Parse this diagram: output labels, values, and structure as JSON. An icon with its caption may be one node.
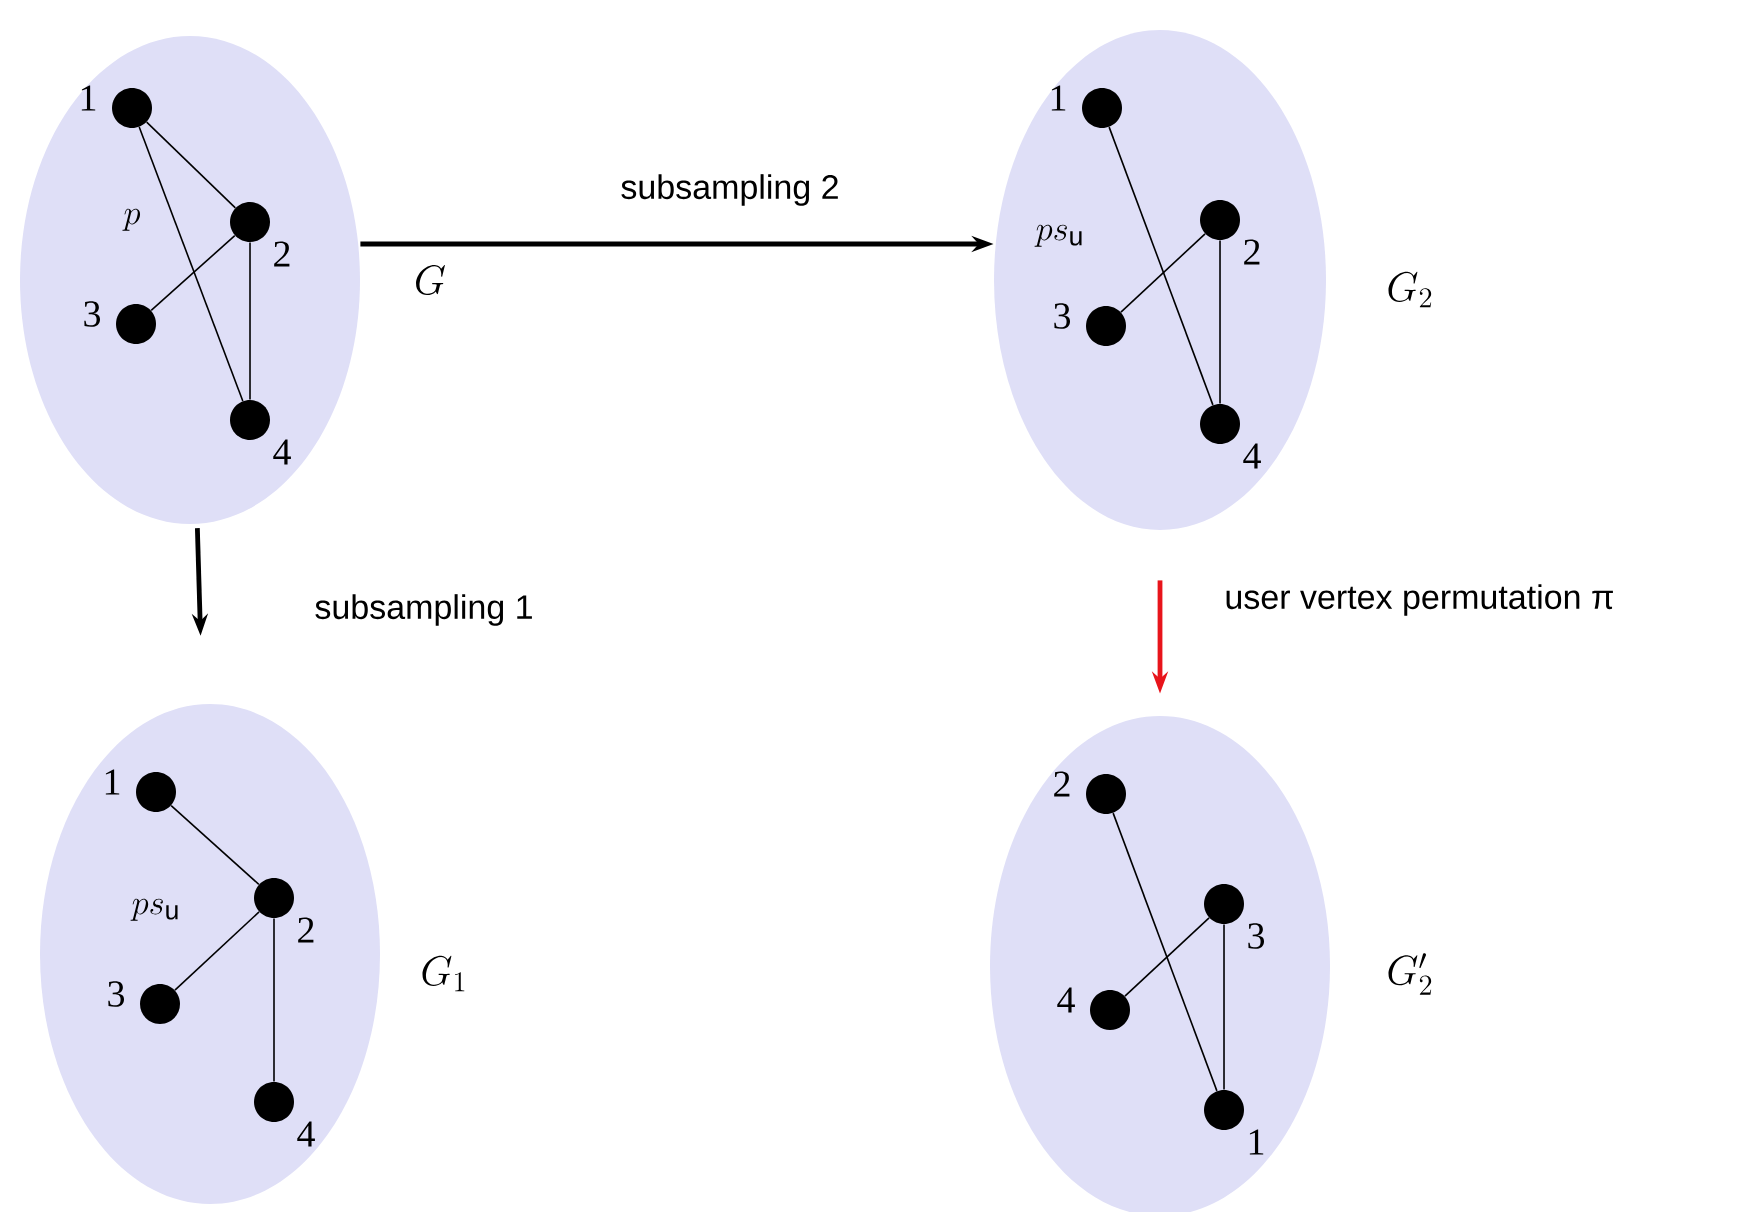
{
  "diagram": {
    "nodes": [
      {
        "text": [
          "p"
        ],
        "beside": [
          "G"
        ]
      },
      {
        "text": [],
        "shape": "circle",
        "in": 0,
        "beside": [
          "1"
        ]
      },
      {
        "text": [],
        "shape": "circle",
        "in": 0,
        "beside": [
          "2"
        ]
      },
      {
        "text": [],
        "shape": "circle",
        "in": 0,
        "beside": [
          "3"
        ]
      },
      {
        "text": [],
        "shape": "circle",
        "in": 0,
        "beside": [
          "4"
        ]
      },
      {
        "text": [
          "ps_{\\mathrm{u}}"
        ],
        "beside": [
          "G_2"
        ]
      },
      {
        "text": [],
        "shape": "circle",
        "in": 5,
        "beside": [
          "1"
        ]
      },
      {
        "text": [],
        "shape": "circle",
        "in": 5,
        "beside": [
          "2"
        ]
      },
      {
        "text": [],
        "shape": "circle",
        "in": 5,
        "beside": [
          "3"
        ]
      },
      {
        "text": [],
        "shape": "circle",
        "in": 5,
        "beside": [
          "4"
        ]
      },
      {
        "text": [
          "ps_{\\mathrm{u}}"
        ],
        "beside": [
          "G_1"
        ]
      },
      {
        "text": [],
        "shape": "circle",
        "in": 10,
        "beside": [
          "1"
        ]
      },
      {
        "text": [],
        "shape": "circle",
        "in": 10,
        "beside": [
          "2"
        ]
      },
      {
        "text": [],
        "shape": "circle",
        "in": 10,
        "beside": [
          "3"
        ]
      },
      {
        "text": [],
        "shape": "circle",
        "in": 10,
        "beside": [
          "4"
        ]
      },
      {
        "text": [],
        "shape": "ellipse",
        "beside": [
          "G'_2"
        ]
      },
      {
        "text": [],
        "shape": "circle",
        "in": 15,
        "beside": [
          "2"
        ]
      },
      {
        "text": [],
        "shape": "circle",
        "in": 15,
        "beside": [
          "3"
        ]
      },
      {
        "text": [],
        "shape": "circle",
        "in": 15,
        "beside": [
          "4"
        ]
      },
      {
        "text": [],
        "shape": "circle",
        "in": 15,
        "beside": [
          "1"
        ]
      }
    ],
    "edges": [
      {
        "from": 1,
        "to": 2,
        "arrow": "none"
      },
      {
        "from": 1,
        "to": 4,
        "arrow": "none"
      },
      {
        "from": 2,
        "to": 3,
        "arrow": "none"
      },
      {
        "from": 2,
        "to": 4,
        "arrow": "none"
      },
      {
        "from": 6,
        "to": 9,
        "arrow": "none"
      },
      {
        "from": 7,
        "to": 8,
        "arrow": "none"
      },
      {
        "from": 7,
        "to": 9,
        "arrow": "none"
      },
      {
        "from": 11,
        "to": 12,
        "arrow": "none"
      },
      {
        "from": 12,
        "to": 13,
        "arrow": "none"
      },
      {
        "from": 12,
        "to": 14,
        "arrow": "none"
      },
      {
        "from": 16,
        "to": 19,
        "arrow": "none"
      },
      {
        "from": 17,
        "to": 18,
        "arrow": "none"
      },
      {
        "from": 17,
        "to": 19,
        "arrow": "none"
      },
      {
        "from": 0,
        "to": 5,
        "arrow": "to",
        "label": "subsampling 2",
        "style": "thick"
      },
      {
        "from": 0,
        "to": 10,
        "arrow": "to",
        "label": "subsampling 1",
        "style": "thick"
      },
      {
        "from": 5,
        "to": 15,
        "arrow": "to",
        "label": "user vertex permutation π",
        "style": "thick",
        "color": "#e8141b"
      }
    ]
  }
}
